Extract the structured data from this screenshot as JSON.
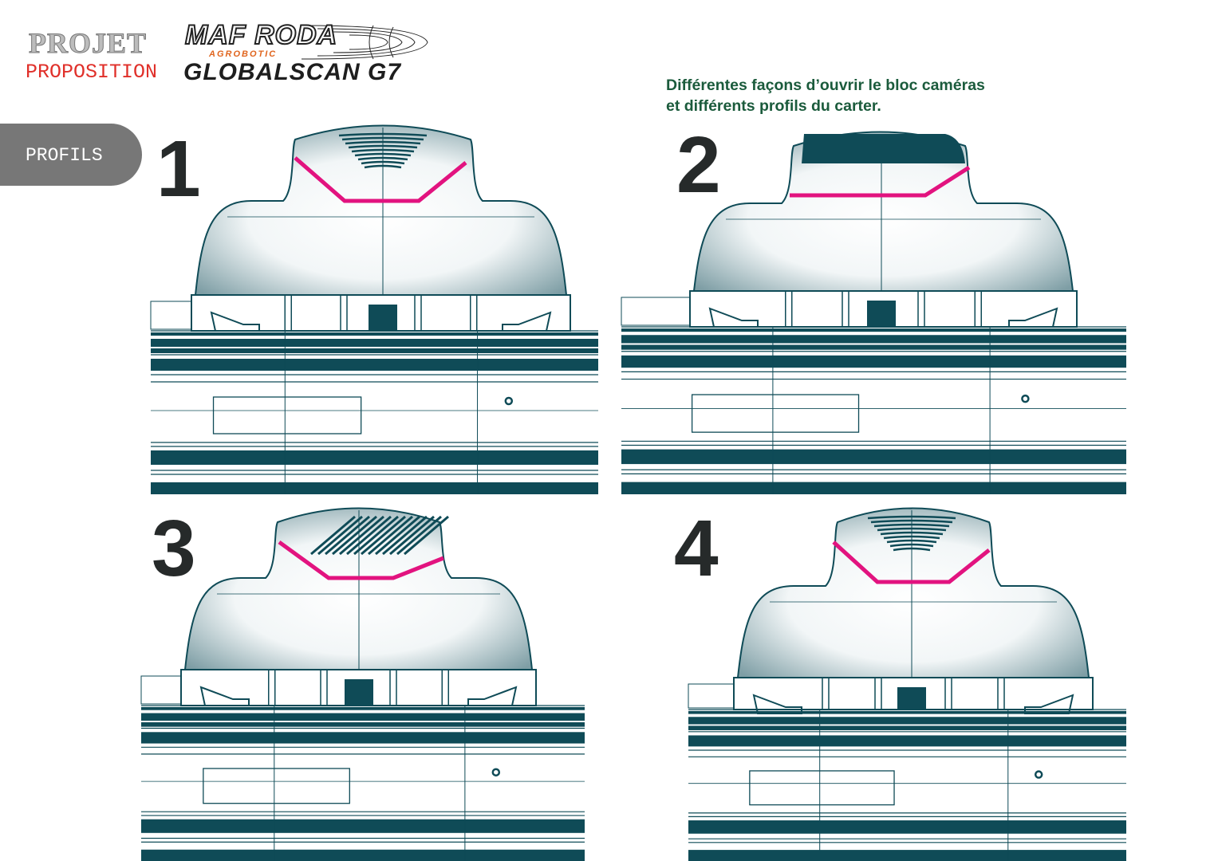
{
  "header": {
    "projet": "PROJET",
    "proposition": "PROPOSITION",
    "brand_name": "MAF RODA",
    "brand_sub": "AGROBOTIC",
    "product": "GLOBALSCAN G7"
  },
  "section_tab": "PROFILS",
  "headline": {
    "line1": "Différentes façons d’ouvrir le bloc caméras",
    "line2": "et différents profils du carter."
  },
  "profiles": [
    {
      "number": "1",
      "vent": "curved-slots"
    },
    {
      "number": "2",
      "vent": "dark-top"
    },
    {
      "number": "3",
      "vent": "diagonal-slots"
    },
    {
      "number": "4",
      "vent": "curved-slots"
    }
  ],
  "colors": {
    "drawing": "#0f4b57",
    "highlight": "#e2137f",
    "headline": "#1b5b3c",
    "tab": "#777777"
  }
}
